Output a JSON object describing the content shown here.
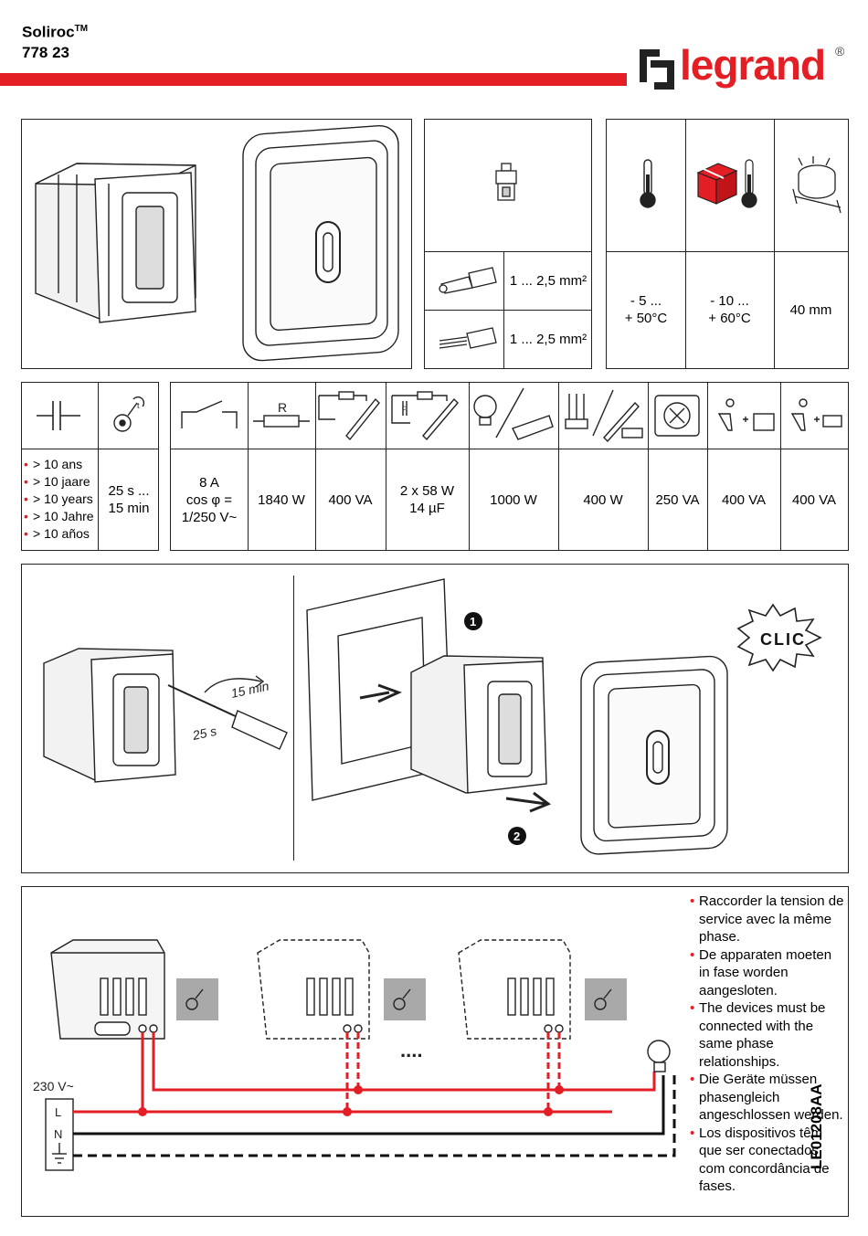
{
  "header": {
    "product": "Soliroc",
    "tm": "TM",
    "ref": "778 23",
    "brand": "legrand",
    "reg": "®"
  },
  "specs": {
    "wire_rigid": "1 ... 2,5 mm²",
    "wire_flex": "1 ... 2,5 mm²",
    "temp_operating": [
      "- 5 ...",
      "+ 50°C"
    ],
    "temp_storage": [
      "- 10 ...",
      "+ 60°C"
    ],
    "depth": "40 mm"
  },
  "lifetime": {
    "items": [
      "> 10 ans",
      "> 10 jaare",
      "> 10 years",
      "> 10 Jahre",
      "> 10 años"
    ]
  },
  "timer": [
    "25 s ...",
    "15 min"
  ],
  "loads": {
    "relay": [
      "8 A",
      "cos φ =",
      "1/250 V~"
    ],
    "resistor_symbol": "R",
    "capacitor_symbol": "c",
    "values": [
      "1840 W",
      "400 VA",
      "2 x 58 W",
      "14 µF",
      "1000 W",
      "400 W",
      "250 VA",
      "400 VA",
      "400 VA"
    ]
  },
  "install": {
    "time_max": "15 min",
    "time_min": "25 s",
    "step1": "1",
    "step2": "2",
    "clic": "CLIC"
  },
  "wiring": {
    "voltage": "230 V~",
    "L": "L",
    "N": "N",
    "ellipsis": "....",
    "notes": [
      "Raccorder la tension de service avec la même phase.",
      "De apparaten moeten in fase worden aangesloten.",
      "The devices must be connected with the same phase relationships.",
      "Die Geräte müssen phasengleich angeschlossen werden.",
      "Los dispositivos têm que ser conectados com concordância de fases."
    ]
  },
  "doc_code": "LE01208AA",
  "colors": {
    "brand_red": "#e31e24",
    "panel_gray": "#a9a9a9"
  }
}
